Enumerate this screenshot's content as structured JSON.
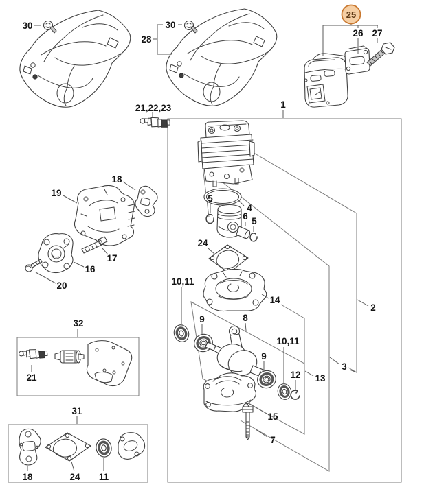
{
  "diagram": {
    "type": "exploded-parts-diagram",
    "highlight": {
      "label": "25",
      "fill": "#f6cfa4",
      "stroke": "#c8772e",
      "text_color": "#5f3a16"
    },
    "colors": {
      "line": "#3f3f3f",
      "box": "#7b7b7b",
      "label": "#151515"
    },
    "labels": {
      "t30L": "30",
      "t28": "28",
      "t30M": "30",
      "t25": "25",
      "t26": "26",
      "t27": "27",
      "t212223": "21,22,23",
      "t1": "1",
      "t19": "19",
      "t18u": "18",
      "t17": "17",
      "t16": "16",
      "t20": "20",
      "t5a": "5",
      "t4": "4",
      "t6": "6",
      "t5b": "5",
      "t24u": "24",
      "t2": "2",
      "t3": "3",
      "t14": "14",
      "t1011L": "10,11",
      "t9a": "9",
      "t8": "8",
      "t9b": "9",
      "t1011R": "10,11",
      "t12": "12",
      "t13": "13",
      "t15": "15",
      "t7": "7",
      "t32": "32",
      "t21": "21",
      "t31": "31",
      "t18b": "18",
      "t24b": "24",
      "t11": "11"
    }
  }
}
